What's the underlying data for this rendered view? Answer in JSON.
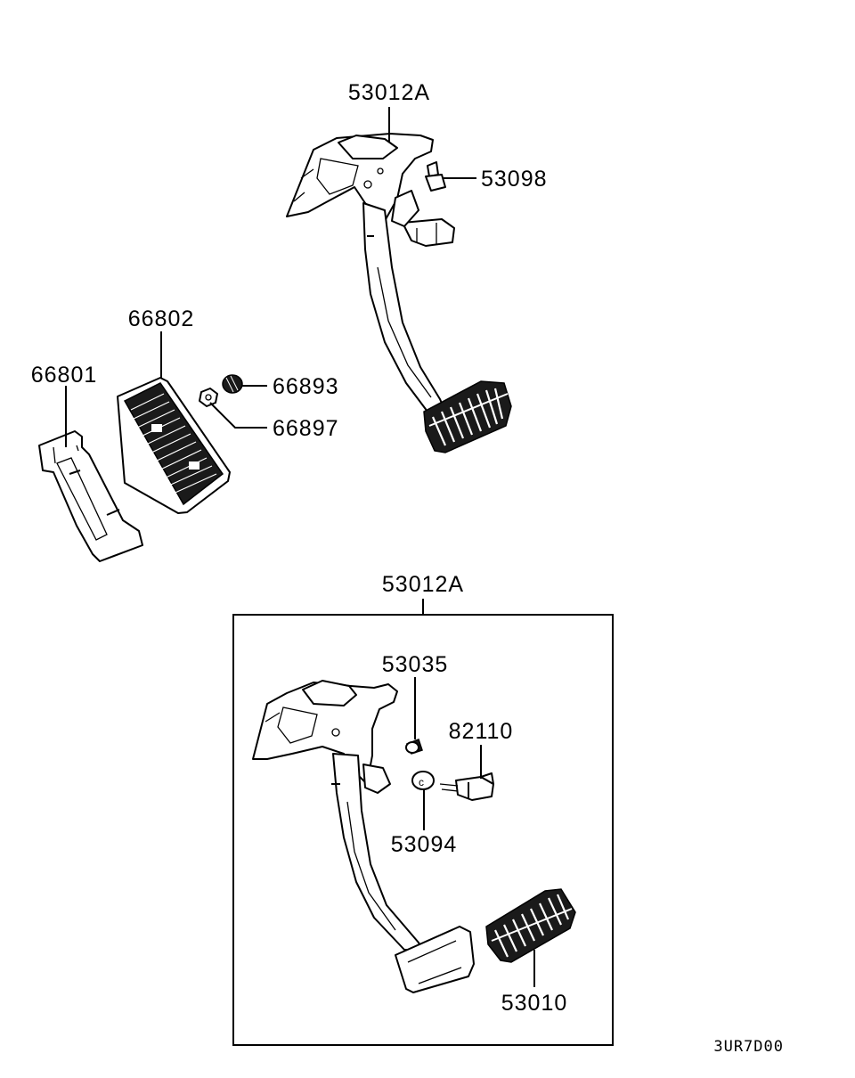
{
  "labels": {
    "top_pedal_assy": "53012A",
    "bolt": "53098",
    "pad_upper": "66802",
    "bracket": "66801",
    "nut_a": "66893",
    "nut_b": "66897",
    "box_pedal_assy": "53012A",
    "stopper": "53035",
    "switch": "82110",
    "washer": "53094",
    "pedal_pad": "53010"
  },
  "diagram_code": "3UR7D00"
}
